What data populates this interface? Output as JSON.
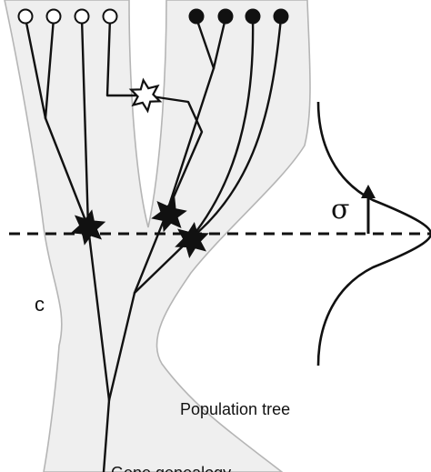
{
  "labels": {
    "population_tree": "Population tree",
    "gene_genealogy": "Gene genealogy",
    "c": "c",
    "sigma": "σ"
  },
  "colors": {
    "population_fill": "#efefef",
    "population_edge": "#b5b5b5",
    "line": "#111111",
    "background": "#ffffff"
  }
}
